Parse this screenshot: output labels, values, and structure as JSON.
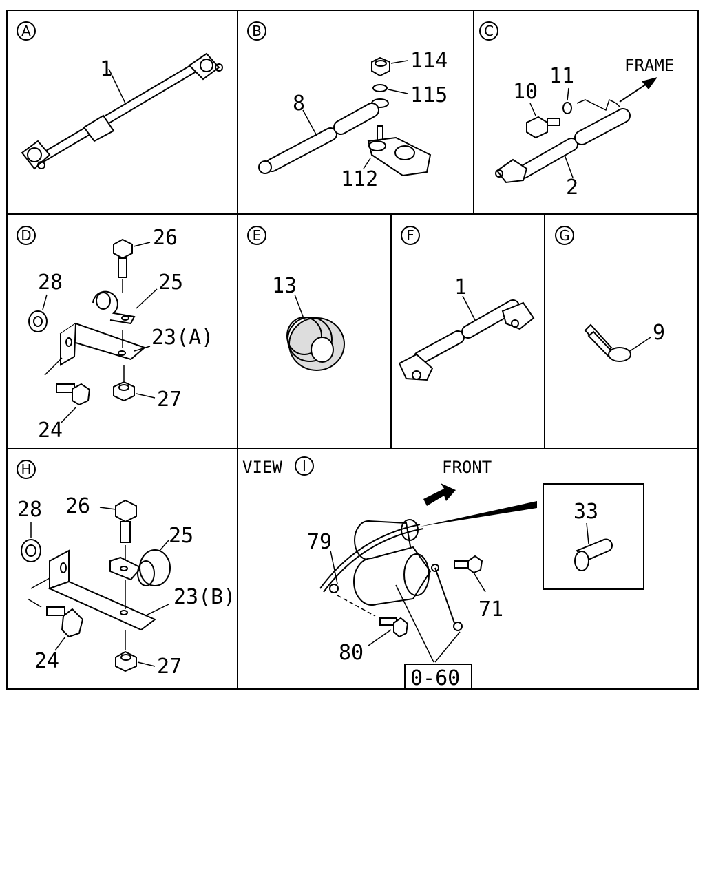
{
  "panels": {
    "A": {
      "id": "A",
      "labels": {
        "cable": "1"
      }
    },
    "B": {
      "id": "B",
      "labels": {
        "nut": "114",
        "washer": "115",
        "cable": "8",
        "terminal": "112"
      }
    },
    "C": {
      "id": "C",
      "labels": {
        "bolt": "10",
        "washer": "11",
        "cable": "2",
        "direction": "FRAME"
      }
    },
    "D": {
      "id": "D",
      "labels": {
        "bolt": "26",
        "clip": "25",
        "nut_left": "28",
        "bracket": "23(A)",
        "bolt_lower": "24",
        "nut_lower": "27"
      }
    },
    "E": {
      "id": "E",
      "labels": {
        "grommet": "13"
      }
    },
    "F": {
      "id": "F",
      "labels": {
        "cable": "1"
      }
    },
    "G": {
      "id": "G",
      "labels": {
        "strap": "9"
      }
    },
    "H": {
      "id": "H",
      "labels": {
        "nut_left": "28",
        "bolt": "26",
        "clip": "25",
        "bracket": "23(B)",
        "bolt_lower": "24",
        "nut_lower": "27"
      }
    },
    "I": {
      "id": "I",
      "view_label": "VIEW",
      "direction": "FRONT",
      "labels": {
        "cap": "33",
        "wire": "79",
        "bolt_right": "71",
        "bolt_lower": "80",
        "reference": "0-60"
      }
    }
  }
}
